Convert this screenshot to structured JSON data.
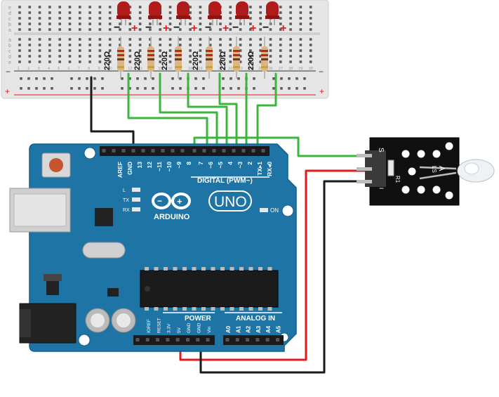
{
  "breadboard": {
    "row_letters": [
      "e",
      "d",
      "c",
      "b",
      "a"
    ],
    "col_numbers": [
      "1",
      "2",
      "3",
      "4",
      "5",
      "6",
      "7",
      "8",
      "9",
      "10",
      "11",
      "12",
      "13",
      "14",
      "15",
      "16",
      "17",
      "18",
      "19",
      "20",
      "21",
      "22",
      "23",
      "24",
      "25",
      "26",
      "27",
      "28",
      "29",
      "30"
    ],
    "rail_plus": "+",
    "rail_minus": "−"
  },
  "leds": {
    "count": 6,
    "minus_mark": "−",
    "plus_mark": "+",
    "color": "#b01c1c"
  },
  "resistors": {
    "label": "220Ω",
    "count": 6
  },
  "arduino": {
    "logo_name": "ARDUINO",
    "model": "UNO",
    "digital_label": "DIGITAL (PWM~)",
    "on_label": "ON",
    "power_label": "POWER",
    "analog_label": "ANALOG IN",
    "top_pins": [
      "AREF",
      "GND",
      "13",
      "12",
      "~11",
      "~10",
      "~9",
      "8",
      "7",
      "~6",
      "~5",
      "4",
      "~3",
      "2",
      "TX▸1",
      "RX◂0"
    ],
    "power_pins": [
      "IOREF",
      "RESET",
      "3.3V",
      "5V",
      "GND",
      "GND",
      "Vin"
    ],
    "analog_pins": [
      "A0",
      "A1",
      "A2",
      "A3",
      "A4",
      "A5"
    ],
    "led_labels": [
      "L",
      "TX",
      "RX"
    ],
    "board_color": "#1f74a6"
  },
  "sensor": {
    "pin_s": "S",
    "pin_minus": "−",
    "resistor_mark": "R1",
    "led_text": "A",
    "module_color": "#101010"
  },
  "wires": {
    "green": "#3cb53c",
    "red": "#e41a1a",
    "black": "#1a1a1a"
  }
}
